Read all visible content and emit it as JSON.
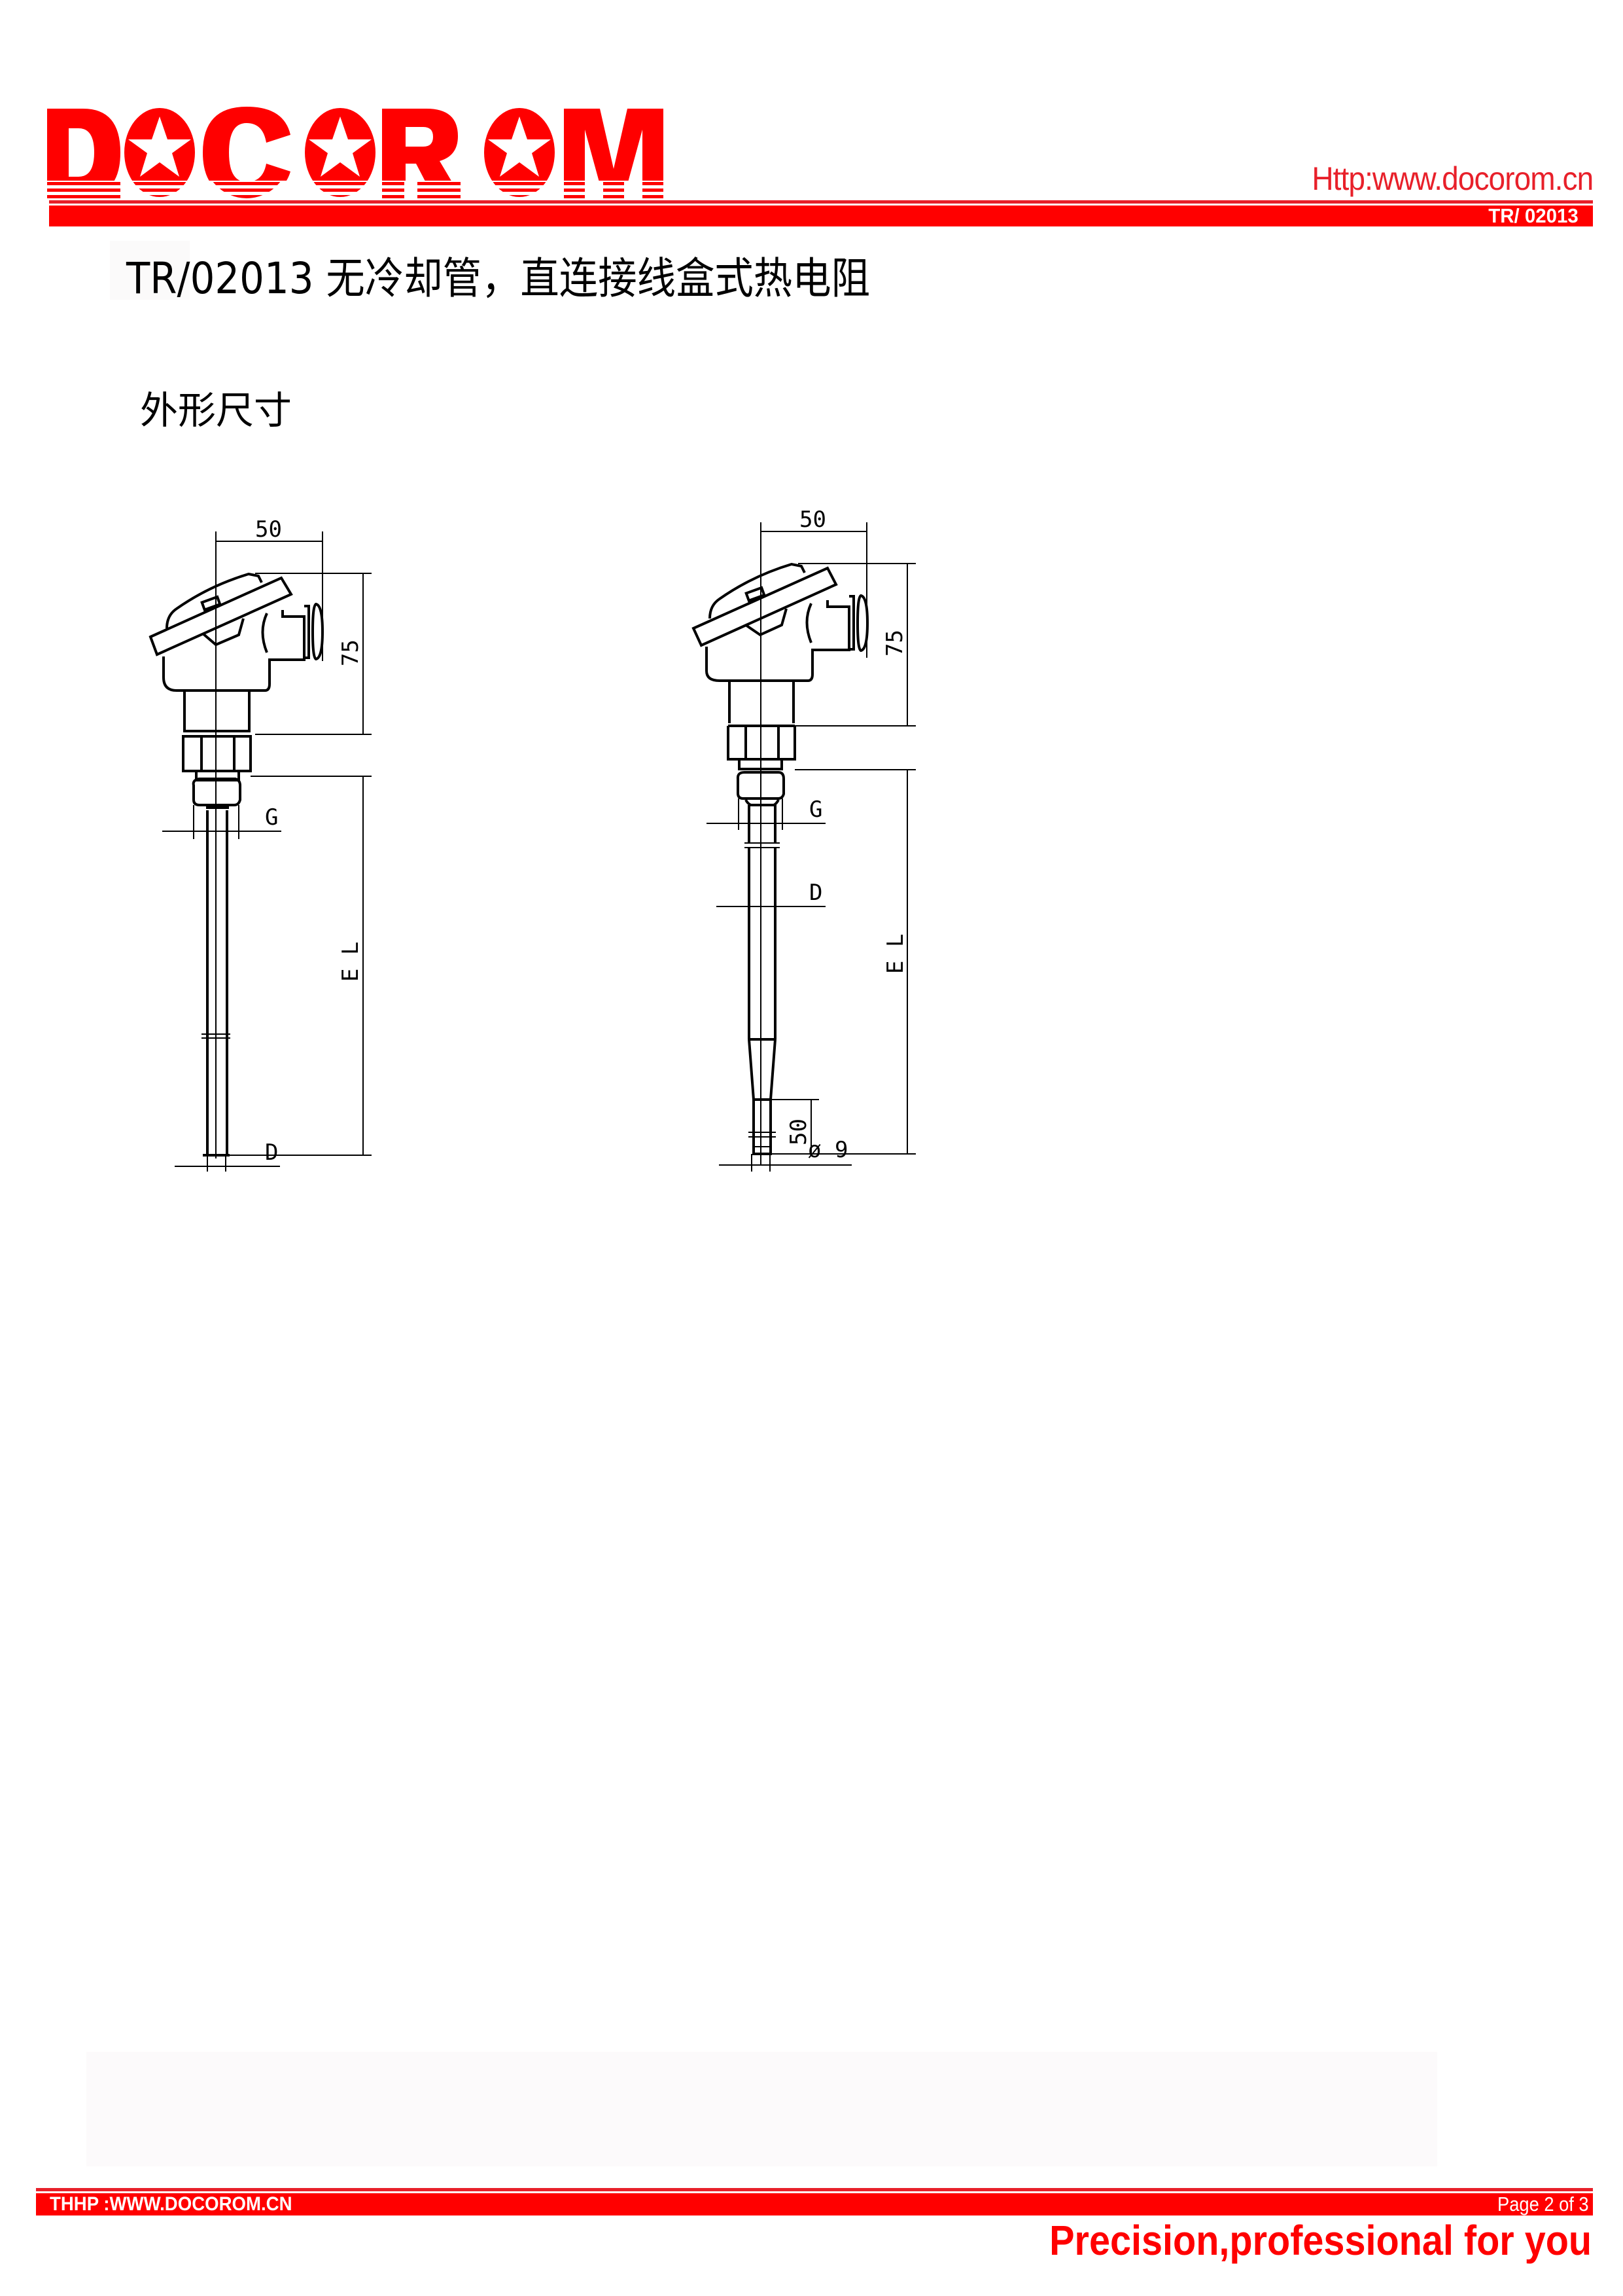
{
  "header": {
    "logo_text": "DOCOROM",
    "url": "Http:www.docorom.cn",
    "doc_code": "TR/ 02013",
    "brand_color": "#ff0000"
  },
  "document": {
    "title": "TR/02013 无冷却管，直连接线盒式热电阻",
    "section_title": "外形尺寸"
  },
  "drawings": [
    {
      "name": "straight-probe",
      "dimensions": {
        "head_width": "50",
        "head_height": "75",
        "thread": "G",
        "insertion_length": "E L",
        "diameter": "D"
      }
    },
    {
      "name": "tapered-probe",
      "dimensions": {
        "head_width": "50",
        "head_height": "75",
        "thread": "G",
        "insertion_length": "E L",
        "diameter": "D",
        "tip_length": "50",
        "tip_diameter": "ø 9"
      }
    }
  ],
  "footer": {
    "site": "THHP :WWW.DOCOROM.CN",
    "page": "Page 2 of 3",
    "slogan": "Precision,professional for you"
  }
}
